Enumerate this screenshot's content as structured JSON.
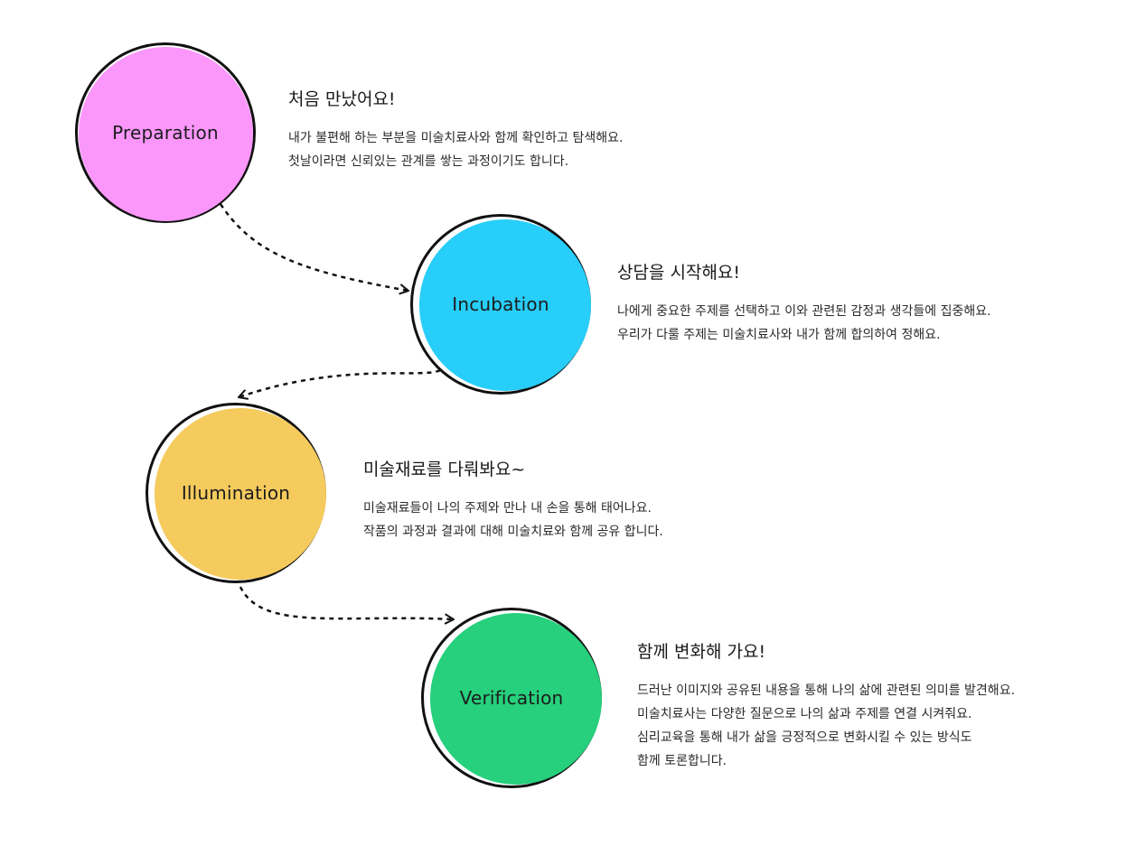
{
  "colors": {
    "preparation": "#fb97fb",
    "incubation": "#27cef9",
    "illumination": "#f5cb5e",
    "verification": "#26d07c",
    "outline": "#111111",
    "connector": "#111111"
  },
  "stages": [
    {
      "label": "Preparation",
      "heading": "처음 만났어요!",
      "lines": [
        "내가 불편해 하는 부분을 미술치료사와 함께 확인하고 탐색해요.",
        "첫날이라면 신뢰있는 관계를 쌓는 과정이기도 합니다."
      ]
    },
    {
      "label": "Incubation",
      "heading": "상담을 시작해요!",
      "lines": [
        "나에게 중요한 주제를 선택하고 이와 관련된 감정과 생각들에 집중해요.",
        "우리가 다룰 주제는 미술치료사와 내가 함께 합의하여 정해요."
      ]
    },
    {
      "label": "Illumination",
      "heading": "미술재료를 다뤄봐요~",
      "lines": [
        "미술재료들이 나의 주제와 만나 내 손을 통해 태어나요.",
        "작품의 과정과 결과에 대해 미술치료와 함께 공유 합니다."
      ]
    },
    {
      "label": "Verification",
      "heading": "함께 변화해 가요!",
      "lines": [
        "드러난 이미지와 공유된 내용을 통해 나의 삶에 관련된 의미를 발견해요.",
        "미술치료사는 다양한 질문으로 나의 삶과 주제를 연결 시켜줘요.",
        "심리교육을 통해 내가 삶을 긍정적으로 변화시킬 수 있는 방식도",
        "함께 토론합니다."
      ]
    }
  ]
}
